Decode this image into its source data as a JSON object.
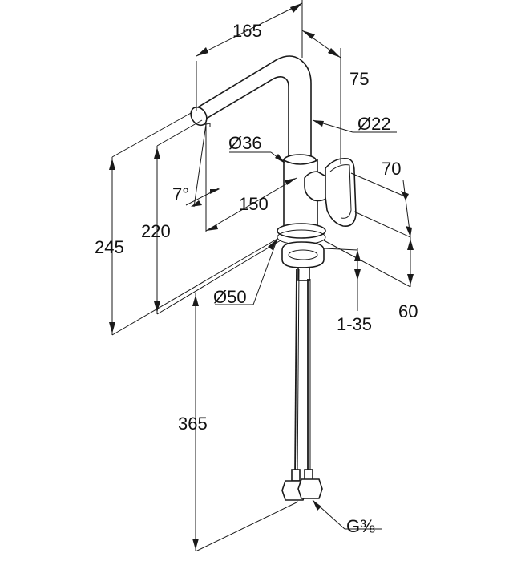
{
  "dimensions": {
    "spout_reach": "165",
    "spout_tip_offset": "75",
    "spout_diameter": "Ø22",
    "body_diameter": "Ø36",
    "swivel_angle": "7°",
    "body_projection": "150",
    "handle_height": "70",
    "spout_height": "220",
    "total_height": "245",
    "base_diameter": "Ø50",
    "base_height": "60",
    "deck_thickness": "1-35",
    "hose_length": "365",
    "connection_thread": "G⅜"
  },
  "colors": {
    "line": "#1a1a1a",
    "background": "#ffffff"
  }
}
